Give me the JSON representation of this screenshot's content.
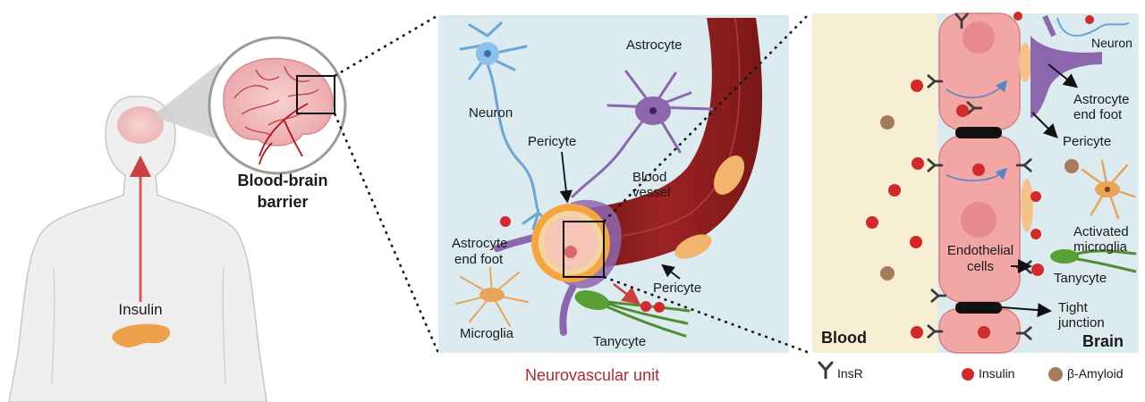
{
  "panel1": {
    "insulin": "Insulin",
    "bbb_line1": "Blood-brain",
    "bbb_line2": "barrier"
  },
  "panel2": {
    "title": "Neurovascular unit",
    "neuron": "Neuron",
    "astrocyte": "Astrocyte",
    "pericyte_top": "Pericyte",
    "blood_vessel_1": "Blood",
    "blood_vessel_2": "vessel",
    "astro_foot_1": "Astrocyte",
    "astro_foot_2": "end foot",
    "pericyte_bottom": "Pericyte",
    "microglia": "Microglia",
    "tanycyte": "Tanycyte"
  },
  "panel3": {
    "neuron": "Neuron",
    "astro_foot_1": "Astrocyte",
    "astro_foot_2": "end foot",
    "pericyte": "Pericyte",
    "activated_1": "Activated",
    "activated_2": "microglia",
    "endothelial_1": "Endothelial",
    "endothelial_2": "cells",
    "tanycyte": "Tanycyte",
    "tight_1": "Tight",
    "tight_2": "junction",
    "blood": "Blood",
    "brain": "Brain"
  },
  "legend": {
    "insr": "InsR",
    "insulin": "Insulin",
    "amyloid": "β-Amyloid"
  },
  "colors": {
    "panel2_bg": "#dcebef",
    "blood_bg": "#f6efd4",
    "brain_bg": "#dcebef",
    "endothelial": "#f2a7a5",
    "vessel": "#8c1d1d",
    "insulin_dot": "#d22a2a",
    "astrocyte": "#8c67ad",
    "neuron": "#6aa6d6",
    "tanycyte": "#4f8f2e",
    "microglia": "#e8a55a",
    "title_red": "#b22a2a"
  }
}
